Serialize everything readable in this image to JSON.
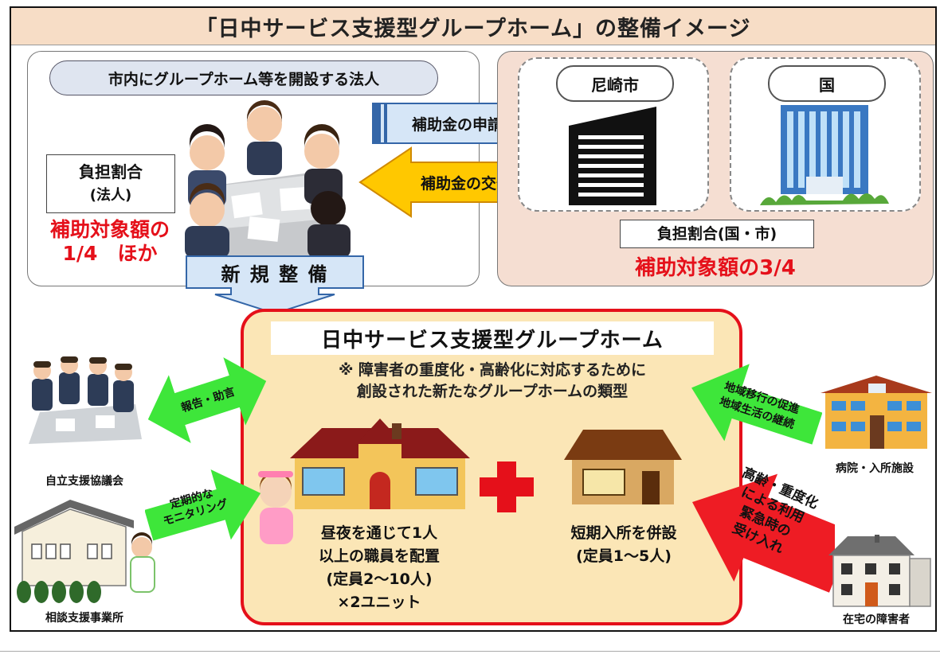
{
  "title": "「日中サービス支援型グループホーム」の整備イメージ",
  "left_panel": {
    "corporation_label": "市内にグループホーム等を開設する法人",
    "burden_title": "負担割合",
    "burden_sub": "(法人)",
    "amount_line1": "補助対象額の",
    "amount_line2": "1/4　ほか",
    "new_construction": "新 規 整 備"
  },
  "arrows": {
    "application": "補助金の申請",
    "grant": "補助金の交付",
    "report_advice": "報告・助言",
    "monitoring_line1": "定期的な",
    "monitoring_line2": "モニタリング",
    "transition_line1": "地域移行の促進",
    "transition_line2": "地域生活の継続",
    "elderly_line1": "高齢・重度化",
    "elderly_line2": "による利用",
    "elderly_line3": "緊急時の",
    "elderly_line4": "受け入れ"
  },
  "right_panel": {
    "city": "尼崎市",
    "country": "国",
    "burden_label": "負担割合(国・市)",
    "amount": "補助対象額の3/4"
  },
  "main": {
    "title": "日中サービス支援型グループホーム",
    "note_line1": "※ 障害者の重度化・高齢化に対応するために",
    "note_line2": "創設された新たなグループホームの類型",
    "left_line1": "昼夜を通じて1人",
    "left_line2": "以上の職員を配置",
    "left_line3": "(定員2〜10人)",
    "left_line4": "×2ユニット",
    "right_line1": "短期入所を併設",
    "right_line2": "(定員1〜5人)"
  },
  "side_labels": {
    "council": "自立支援協議会",
    "consult_office": "相談支援事業所",
    "hospital": "病院・入所施設",
    "home_disabled": "在宅の障害者"
  },
  "colors": {
    "red": "#e5101a",
    "green": "#3ee63a",
    "blue_arrow": "#d6e6f7",
    "yellow_arrow": "#ffc800",
    "main_fill": "#fbe6b6"
  }
}
